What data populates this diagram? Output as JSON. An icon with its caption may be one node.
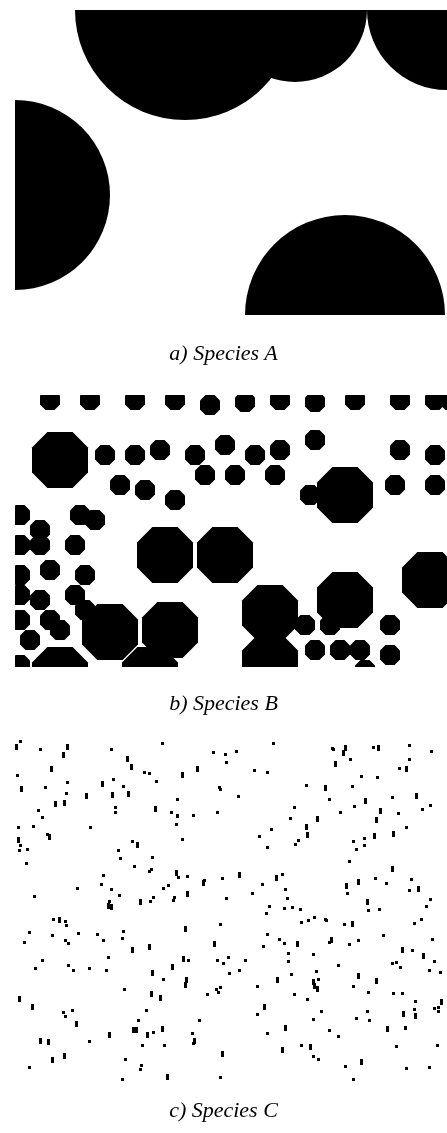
{
  "diagram": {
    "labels": [
      "a) Species A",
      "b) Species B",
      "c) Species C"
    ]
  }
}
